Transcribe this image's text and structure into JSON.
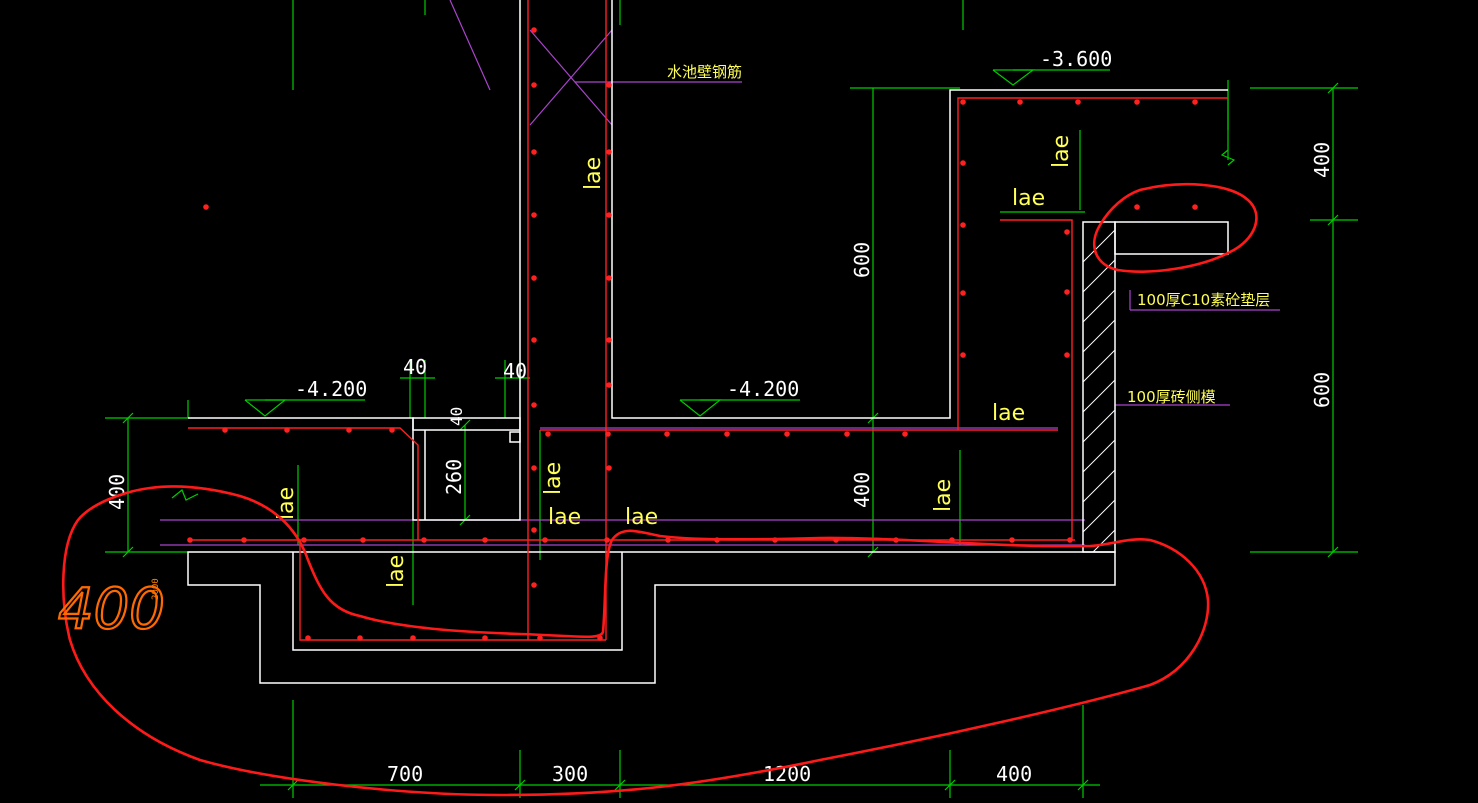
{
  "levels": {
    "top_right": "-3.600",
    "left": "-4.200",
    "middle": "-4.200"
  },
  "dimensions": {
    "bottom": [
      "700",
      "300",
      "1200",
      "400"
    ],
    "right_upper": "400",
    "right_lower": "600",
    "pit_height": "600",
    "slab_thickness": "400",
    "left_thickness": "400",
    "trench_depth": "260",
    "trench_width_left": "40",
    "trench_width_right": "40",
    "trench_cover": "40",
    "left_small": "2000"
  },
  "notes": {
    "wall_rebar": "水池壁钢筋",
    "cushion": "100厚C10素砼垫层",
    "brick_mold": "100厚砖侧模"
  },
  "anchor_label": "lae",
  "handwritten": "400",
  "colors": {
    "background": "#000000",
    "dimension": "#00cc00",
    "outline": "#ffffff",
    "rebar": "#ff2020",
    "text": "#ffff55",
    "markup": "#ff1a1a"
  }
}
